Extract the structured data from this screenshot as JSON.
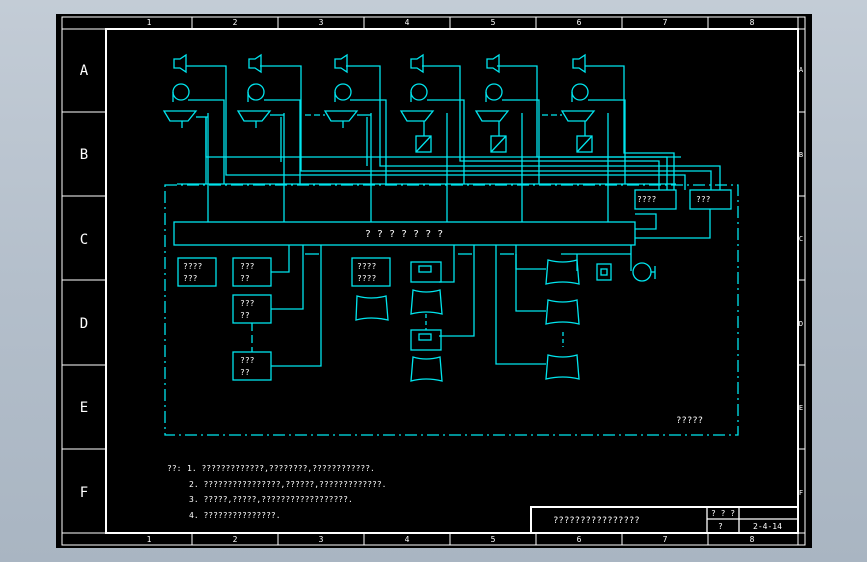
{
  "frame": {
    "col_numbers": [
      "1",
      "2",
      "3",
      "4",
      "5",
      "6",
      "7",
      "8"
    ],
    "row_letters": [
      "A",
      "B",
      "C",
      "D",
      "E",
      "F"
    ]
  },
  "diagram": {
    "bus_label": "? ? ? ? ? ? ?",
    "box_right_1": "????",
    "box_right_2": "???",
    "box_left_1": [
      "????",
      "???"
    ],
    "box_col2_1": [
      "???",
      "??"
    ],
    "box_col2_2": [
      "???",
      "??"
    ],
    "box_col2_3": [
      "???",
      "??"
    ],
    "box_mid": [
      "????",
      "????"
    ],
    "dashed_region_label": "?????"
  },
  "notes": {
    "prefix": "??:",
    "lines": [
      "1. ?????????????,????????,????????????.",
      "2. ????????????????,??????,?????????????.",
      "3. ?????,?????,??????????????????.",
      "4. ???????????????."
    ]
  },
  "title_block": {
    "title": "????????????????",
    "field_label": "? ? ?",
    "field_value": "?",
    "drawing_number": "2-4-14"
  },
  "colors": {
    "line": "#00e5ee",
    "text": "#ffffff",
    "frame": "#ffffff",
    "background": "#000000"
  }
}
